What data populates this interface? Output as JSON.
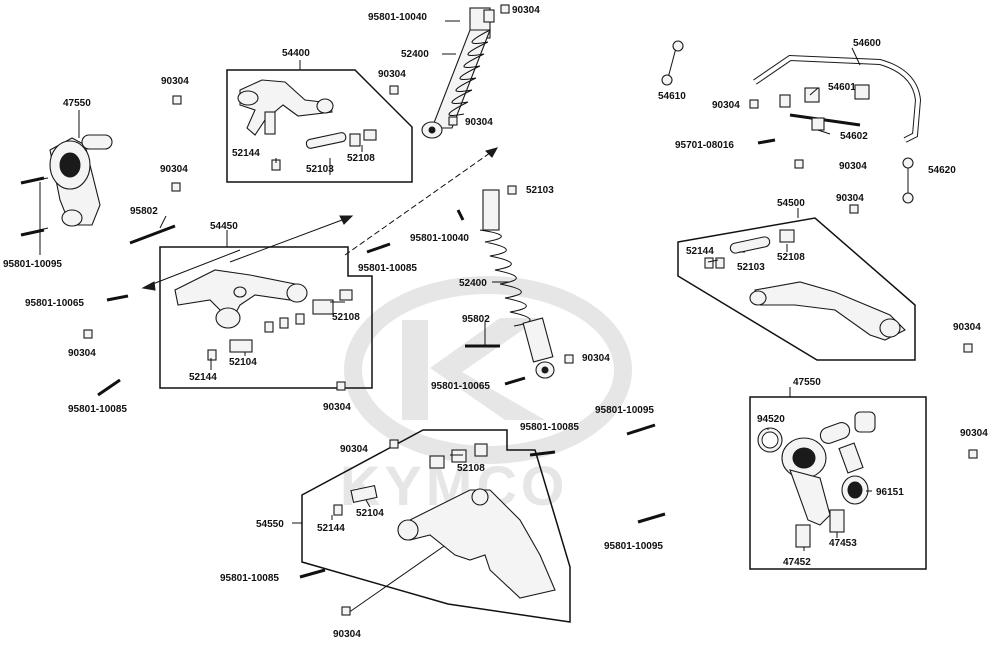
{
  "watermark": {
    "brand_text": "KYMCO",
    "color": "#e6e6e6"
  },
  "line_color": "#111111",
  "labels": {
    "p_47550_left": "47550",
    "p_95801_10095_left": "95801-10095",
    "p_90304_a": "90304",
    "p_90304_b": "90304",
    "p_95802_left": "95802",
    "p_54400": "54400",
    "p_52144_top": "52144",
    "p_52103_top": "52103",
    "p_52108_top": "52108",
    "p_95801_10040_top": "95801-10040",
    "p_52400_top": "52400",
    "p_90304_top": "90304",
    "p_90304_c": "90304",
    "p_90304_d": "90304",
    "p_54450": "54450",
    "p_95801_10065_left": "95801-10065",
    "p_52108_mid": "52108",
    "p_52104_mid": "52104",
    "p_52144_mid": "52144",
    "p_90304_e": "90304",
    "p_95801_10085_left": "95801-10085",
    "p_90304_f": "90304",
    "p_52103_mid": "52103",
    "p_95801_10040_mid": "95801-10040",
    "p_95801_10085_mid": "95801-10085",
    "p_52400_mid": "52400",
    "p_95802_mid": "95802",
    "p_90304_g": "90304",
    "p_95801_10065_mid": "95801-10065",
    "p_90304_h": "90304",
    "p_52108_low": "52108",
    "p_95801_10085_low": "95801-10085",
    "p_52144_low": "52144",
    "p_52104_low": "52104",
    "p_54550": "54550",
    "p_95801_10085_bottom": "95801-10085",
    "p_90304_bottom": "90304",
    "p_95801_10095_mid": "95801-10095",
    "p_95801_10095_low": "95801-10095",
    "p_54600": "54600",
    "p_54610": "54610",
    "p_90304_i": "90304",
    "p_54601": "54601",
    "p_54602": "54602",
    "p_95701_08016": "95701-08016",
    "p_90304_j": "90304",
    "p_54620": "54620",
    "p_90304_k": "90304",
    "p_54500": "54500",
    "p_52144_right": "52144",
    "p_52103_right": "52103",
    "p_52108_right": "52108",
    "p_90304_l": "90304",
    "p_47550_right": "47550",
    "p_94520": "94520",
    "p_96151": "96151",
    "p_47453": "47453",
    "p_47452": "47452",
    "p_90304_m": "90304"
  }
}
